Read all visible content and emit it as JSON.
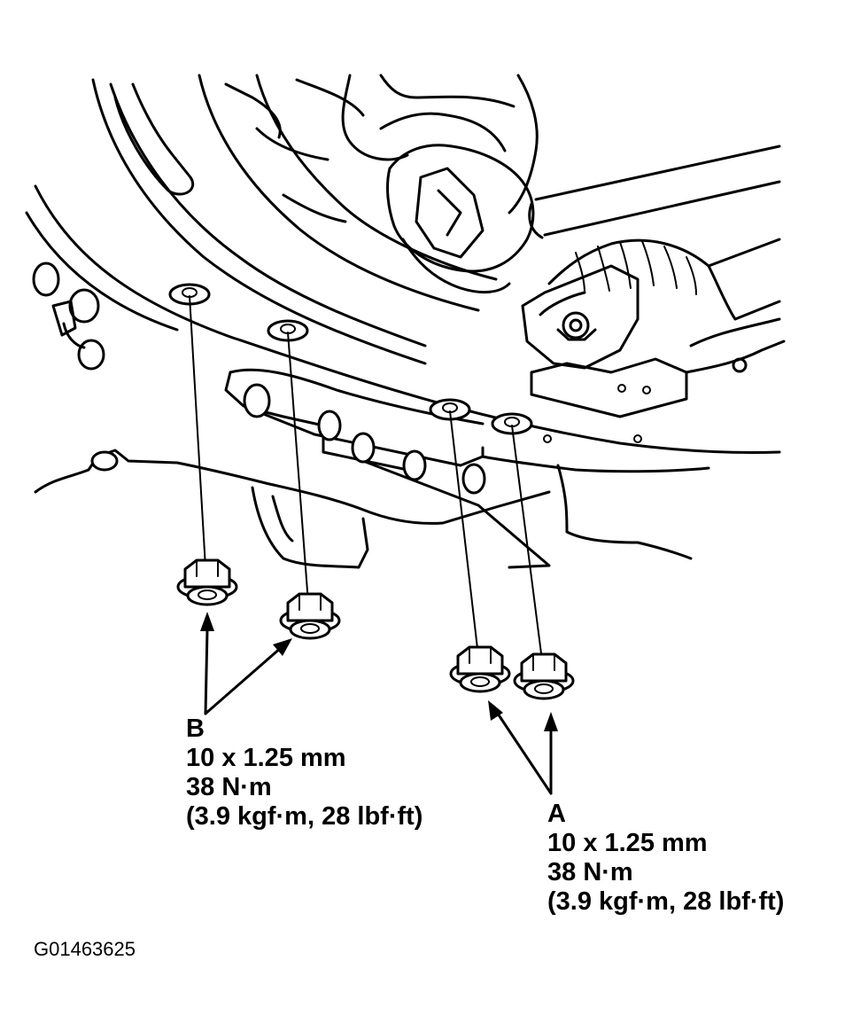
{
  "callouts": {
    "b": {
      "letter": "B",
      "size": "10 x 1.25 mm",
      "torque_nm": "38 N·m",
      "torque_alt": "(3.9 kgf·m, 28 lbf·ft)"
    },
    "a": {
      "letter": "A",
      "size": "10 x 1.25 mm",
      "torque_nm": "38 N·m",
      "torque_alt": "(3.9 kgf·m, 28 lbf·ft)"
    }
  },
  "figure_id": "G01463625",
  "icons": [
    "flange-nut-icon",
    "bolt-stud-icon",
    "arrow-icon"
  ]
}
